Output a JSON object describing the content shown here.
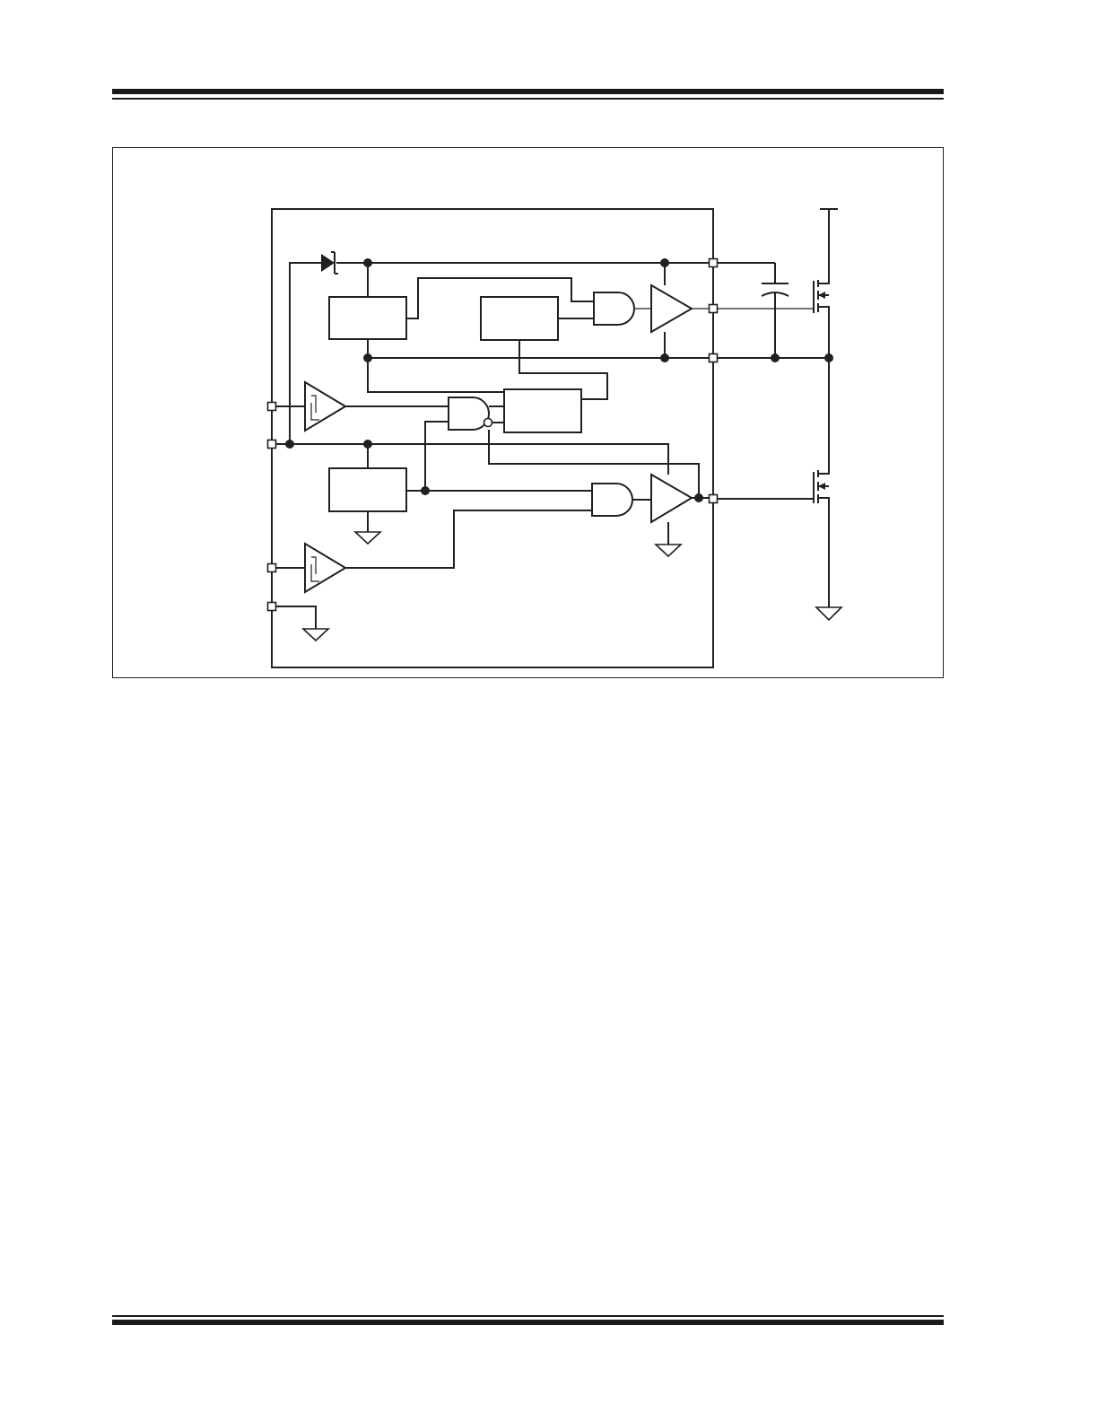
{
  "page": {
    "header_rule": "top-double-rule",
    "footer_rule": "bottom-double-rule"
  },
  "diagram": {
    "type": "block-diagram",
    "description_visible_text": "",
    "colors": {
      "line": "#231f20",
      "background": "#ffffff"
    },
    "blocks": [
      "block-top-left",
      "block-top-middle",
      "block-latch",
      "block-bottom-left"
    ],
    "gates": [
      "and-gate-high",
      "nand-gate-middle",
      "and-gate-low"
    ],
    "drivers": [
      "driver-high-side",
      "driver-low-side"
    ],
    "schmitt_buffers": [
      "schmitt-buffer-upper",
      "schmitt-buffer-lower"
    ],
    "external": [
      "bootstrap-capacitor",
      "high-side-mosfet",
      "low-side-mosfet"
    ]
  }
}
